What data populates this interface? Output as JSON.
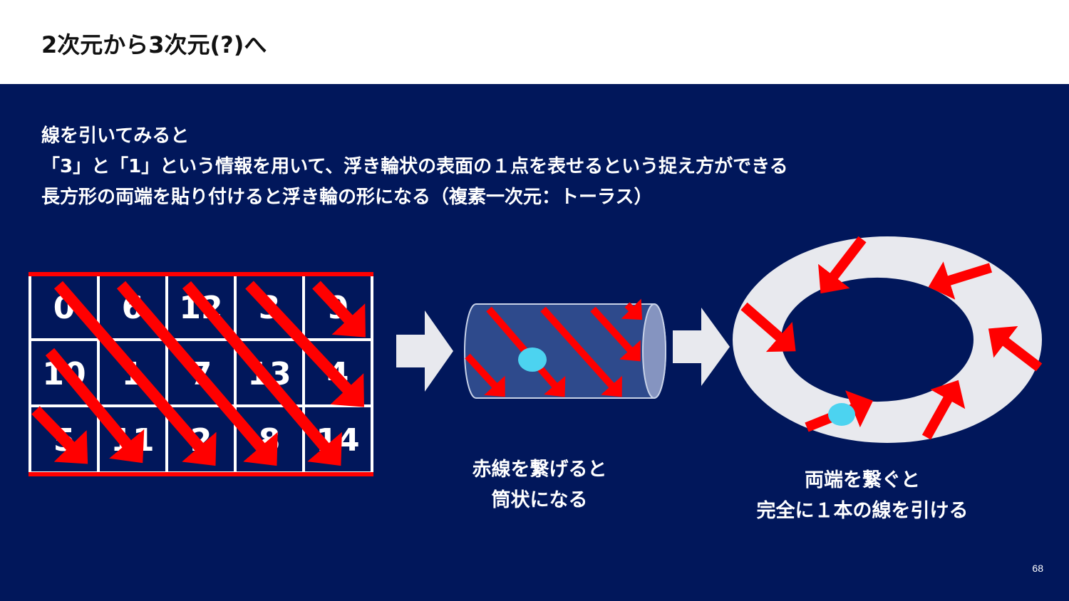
{
  "header": {
    "title": "2次元から3次元(?)へ"
  },
  "intro": {
    "lines": [
      "線を引いてみると",
      "「3」と「1」という情報を用いて、浮き輪状の表面の１点を表せるという捉え方ができる",
      "長方形の両端を貼り付けると浮き輪の形になる（複素一次元：トーラス）"
    ]
  },
  "grid": {
    "rows": [
      [
        "0",
        "6",
        "12",
        "3",
        "9"
      ],
      [
        "10",
        "1",
        "7",
        "13",
        "4"
      ],
      [
        "5",
        "11",
        "2",
        "8",
        "14"
      ]
    ]
  },
  "captions": {
    "cylinder": [
      "赤線を繋げると",
      "筒状になる"
    ],
    "torus": [
      "両端を繋ぐと",
      "完全に１本の線を引ける"
    ]
  },
  "colors": {
    "background": "#01175b",
    "arrow": "#ff0000",
    "shape": "#e8e9ee",
    "cylinder": "#2e4a8c",
    "dot": "#4cd3f0"
  },
  "page_number": "68"
}
